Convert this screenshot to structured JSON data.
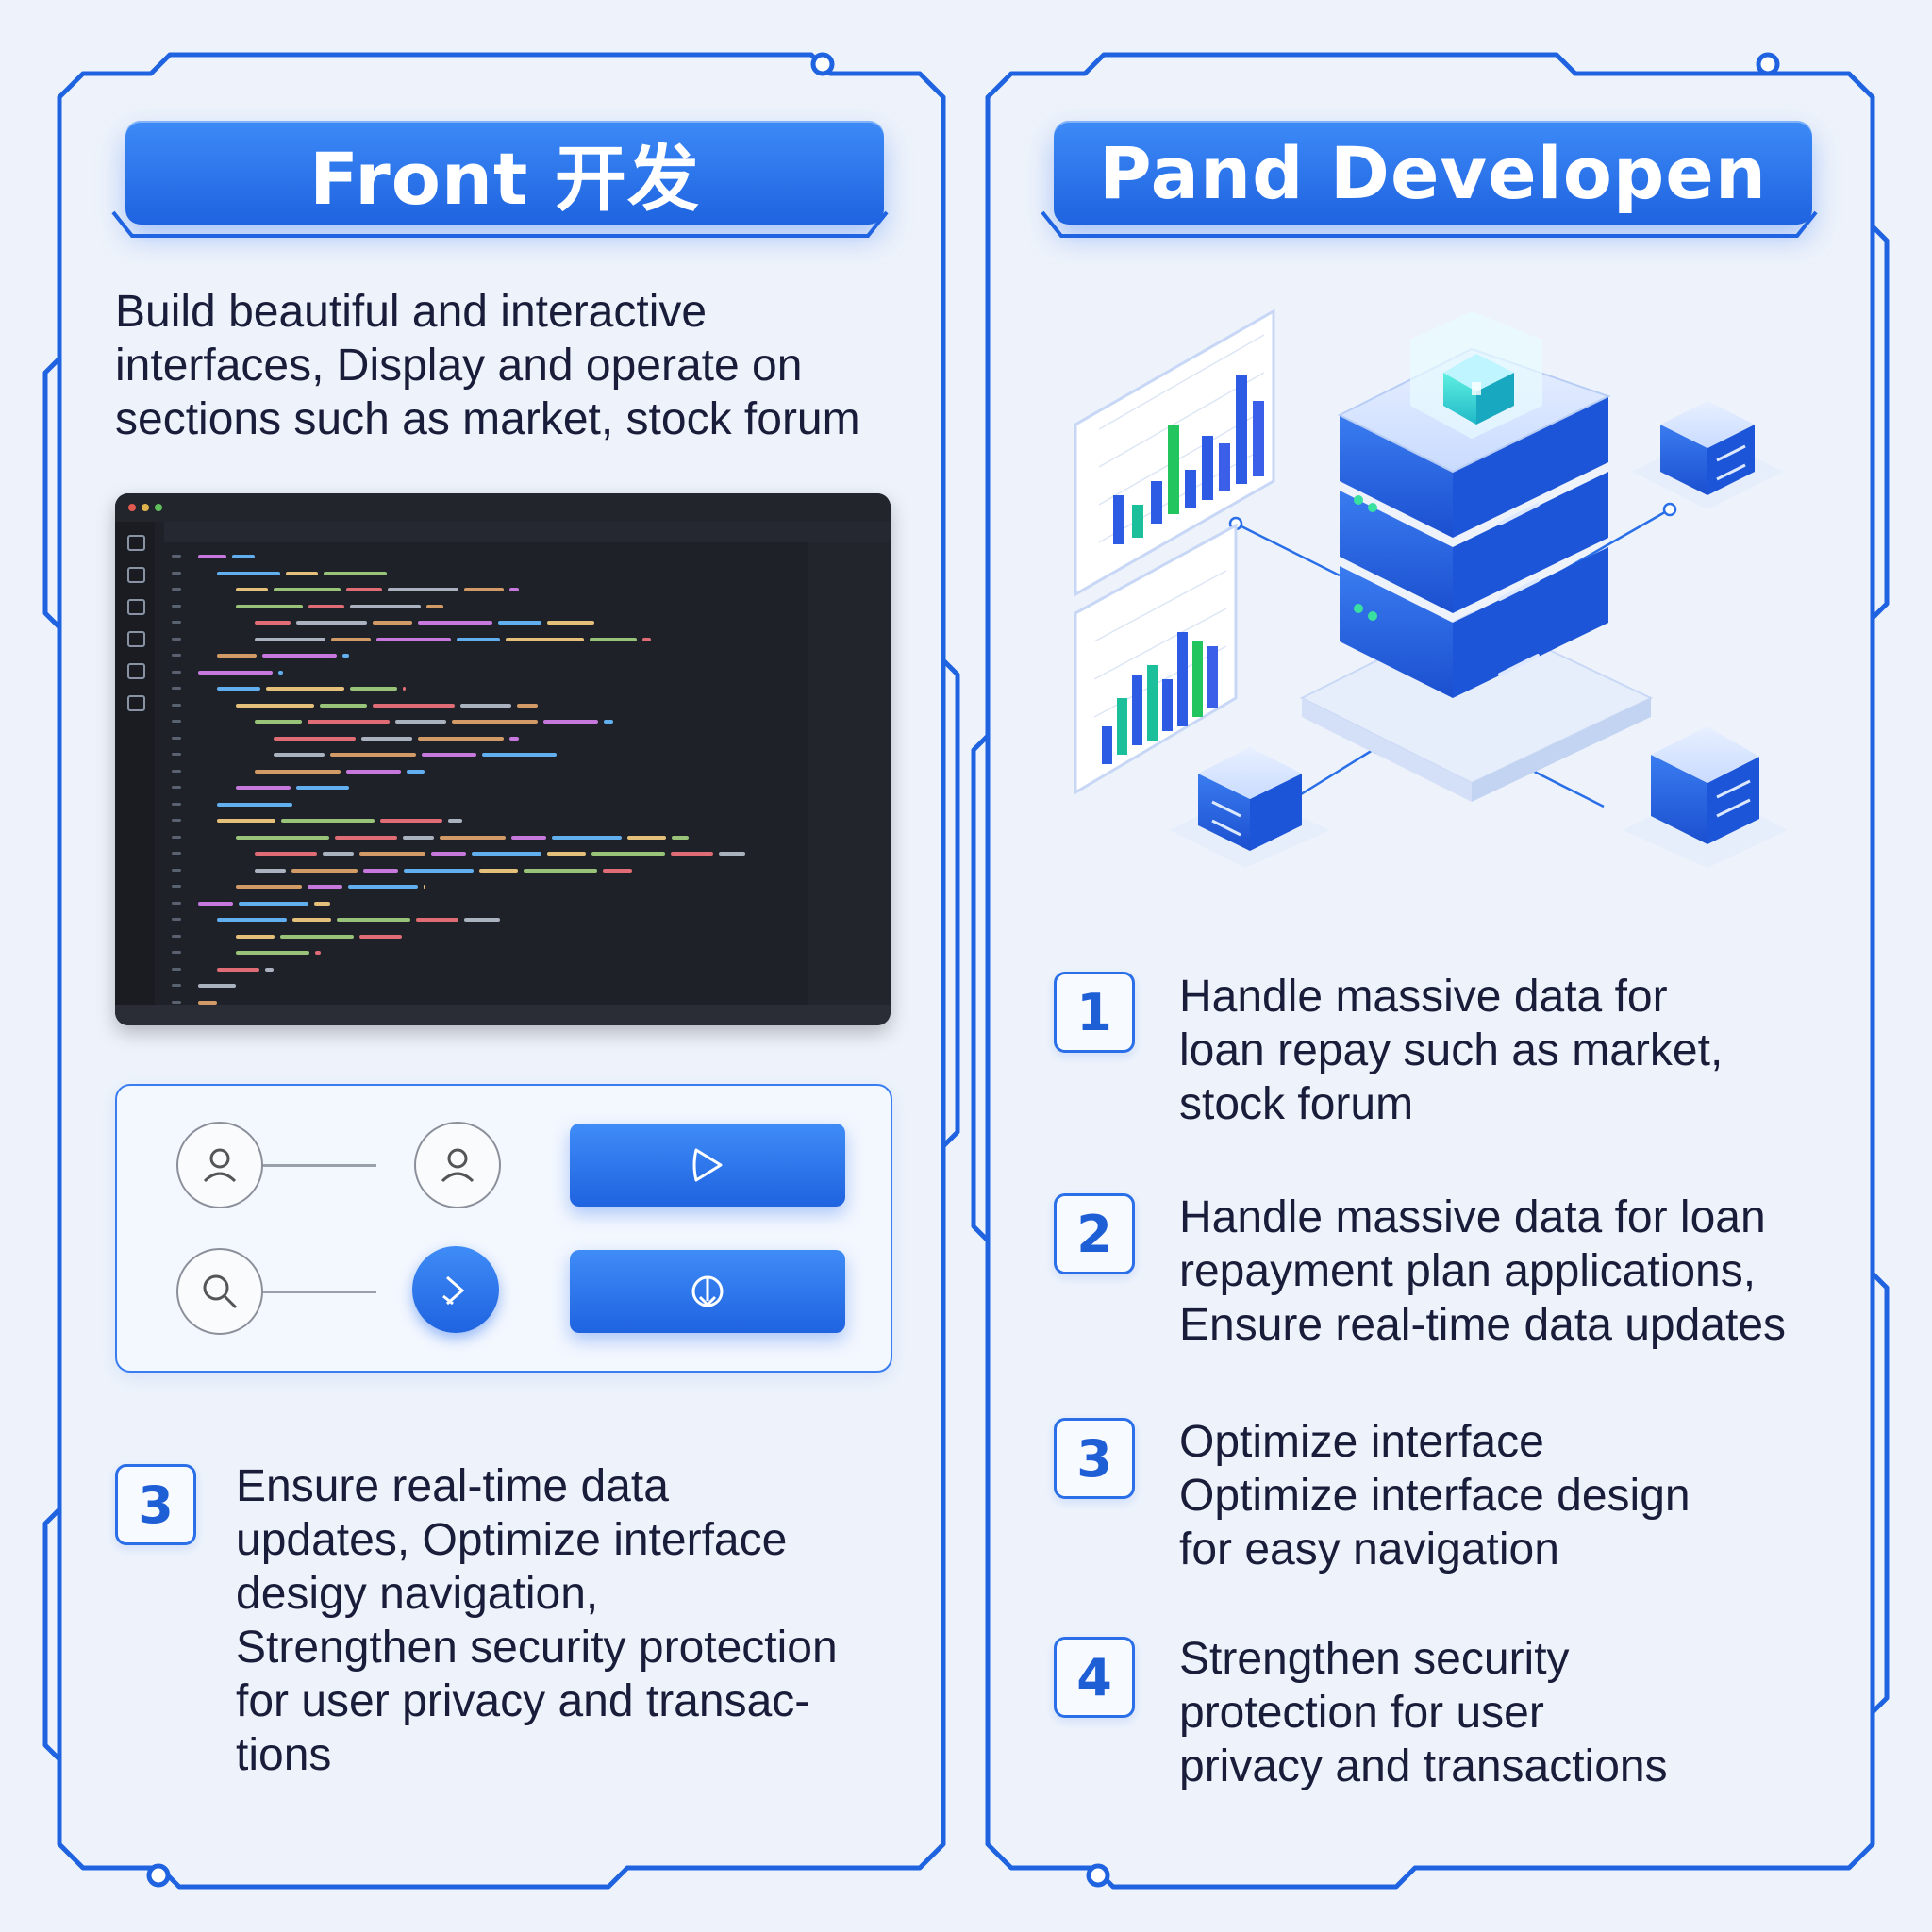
{
  "left_panel": {
    "title": "Front 开发",
    "intro_lines": [
      "Build beautiful and interactive",
      "interfaces, Display and operate on",
      "sections such as market, stock forum"
    ],
    "item": {
      "number": "3",
      "lines": [
        "Ensure real-time data",
        "updates, Optimize interface",
        "desigy navigation,",
        "Strengthen security protection",
        "for user privacy and transac-",
        "tions"
      ]
    }
  },
  "right_panel": {
    "title": "Pand Developen",
    "items": [
      {
        "number": "1",
        "lines": [
          "Handle massive data for",
          "loan repay such as market,",
          "stock forum"
        ]
      },
      {
        "number": "2",
        "lines": [
          "Handle massive data for loan",
          "repayment plan applications,",
          "Ensure real-time data updates"
        ]
      },
      {
        "number": "3",
        "lines": [
          "Optimize interface",
          "Optimize interface design",
          "for easy navigation"
        ]
      },
      {
        "number": "4",
        "lines": [
          "Strengthen security",
          "protection for user",
          "privacy and transactions"
        ]
      }
    ]
  },
  "icons": {
    "widget_nodes": [
      "user-icon",
      "user-icon",
      "search-icon",
      "check-icon"
    ],
    "widget_buttons": [
      "play-icon",
      "upload-icon"
    ]
  },
  "colors": {
    "accent": "#2a6fe8",
    "banner_top": "#3d8af7",
    "banner_bottom": "#1f63e0",
    "background": "#eef3fb",
    "editor_bg": "#1e2128",
    "server_teal": "#27d8c8"
  }
}
